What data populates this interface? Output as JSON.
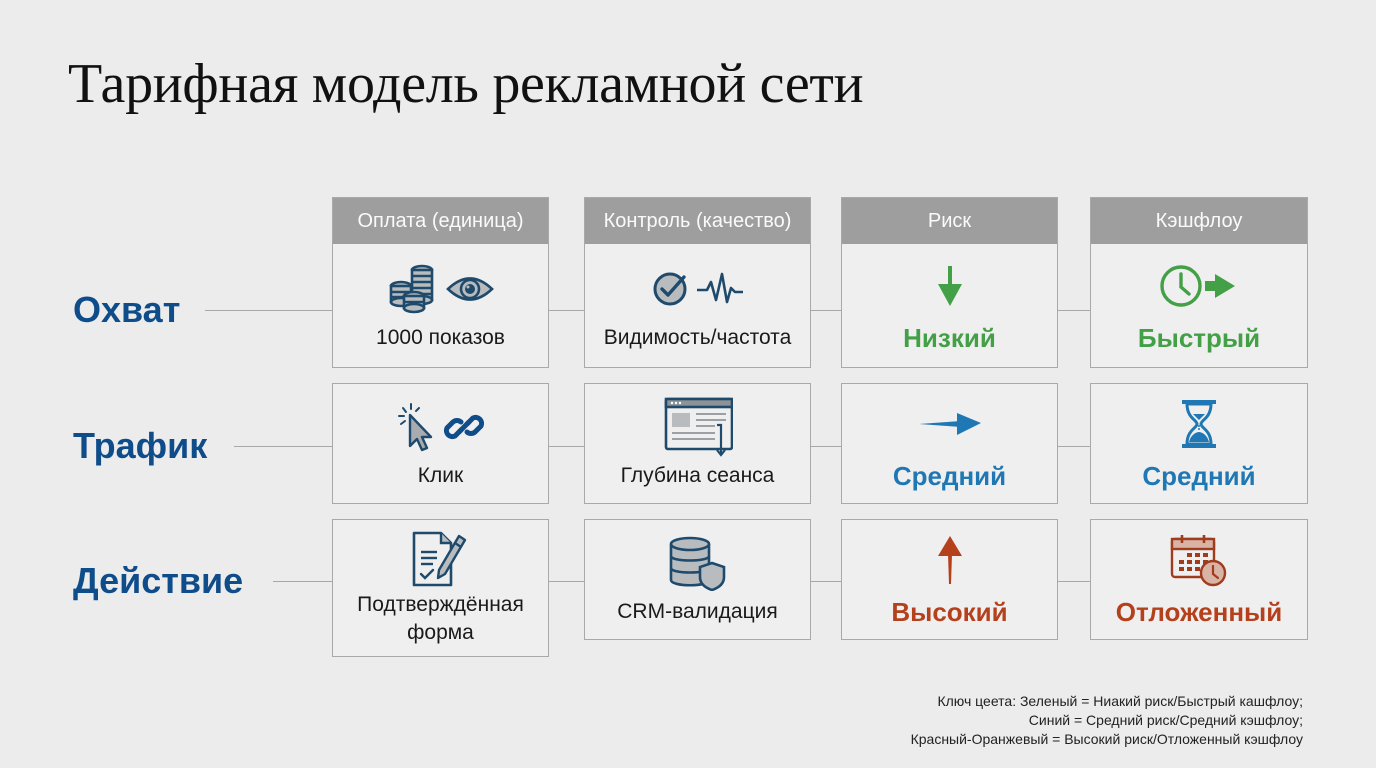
{
  "title": "Тарифная модель рекламной сети",
  "colors": {
    "row_label": "#0f4c8a",
    "header_bg": "#9e9e9e",
    "header_text": "#fafafa",
    "icon_navy": "#1f4a6b",
    "low_green": "#43a047",
    "medium_blue": "#1f78b4",
    "high_red": "#b5401c",
    "background": "#ececec"
  },
  "columns": [
    {
      "header": "Оплата (единица)"
    },
    {
      "header": "Контроль (качество)"
    },
    {
      "header": "Риск"
    },
    {
      "header": "Кэшфлоу"
    }
  ],
  "rows": [
    {
      "label": "Охват",
      "payment": {
        "icon": "coins-eye-icon",
        "text": "1000 показов"
      },
      "control": {
        "icon": "check-pulse-icon",
        "text": "Видимость/частота"
      },
      "risk": {
        "icon": "arrow-down-icon",
        "text": "Низкий",
        "color": "#43a047"
      },
      "cashflow": {
        "icon": "clock-forward-icon",
        "text": "Быстрый",
        "color": "#43a047"
      }
    },
    {
      "label": "Трафик",
      "payment": {
        "icon": "cursor-link-icon",
        "text": "Клик"
      },
      "control": {
        "icon": "browser-scroll-icon",
        "text": "Глубина сеанса"
      },
      "risk": {
        "icon": "arrow-right-icon",
        "text": "Средний",
        "color": "#1f78b4"
      },
      "cashflow": {
        "icon": "hourglass-icon",
        "text": "Средний",
        "color": "#1f78b4"
      }
    },
    {
      "label": "Действие",
      "payment": {
        "icon": "signed-form-icon",
        "text": "Подтверждённая форма",
        "line1": "Подтверждённая",
        "line2": "форма"
      },
      "control": {
        "icon": "database-shield-icon",
        "text": "CRM-валидация"
      },
      "risk": {
        "icon": "arrow-up-icon",
        "text": "Высокий",
        "color": "#b5401c"
      },
      "cashflow": {
        "icon": "calendar-clock-icon",
        "text": "Отложенный",
        "color": "#b5401c"
      }
    }
  ],
  "legend": {
    "line1": "Ключ цеета: Зеленый = Ниакий риск/Быстрый кашфлоу;",
    "line2": "Синий = Средний риск/Средний кэшфлоу;",
    "line3": "Красный-Оранжевый = Высокий риск/Отложенный кэшфлоу"
  }
}
